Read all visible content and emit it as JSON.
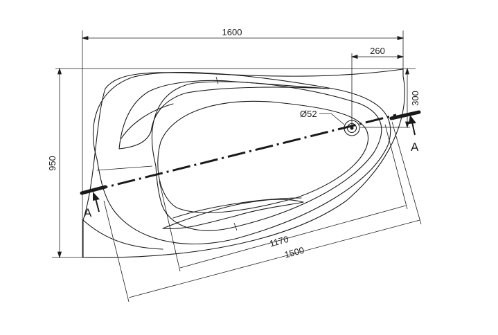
{
  "dimensions": {
    "overall_width": "1600",
    "drain_offset_x": "260",
    "drain_offset_y": "300",
    "overall_height": "950",
    "drain_diameter": "Ø52",
    "inner_length": "1170",
    "outer_length": "1500"
  },
  "section_marks": {
    "left": "A",
    "right": "A"
  },
  "colors": {
    "stroke": "#1a1a1a",
    "background": "#ffffff"
  }
}
